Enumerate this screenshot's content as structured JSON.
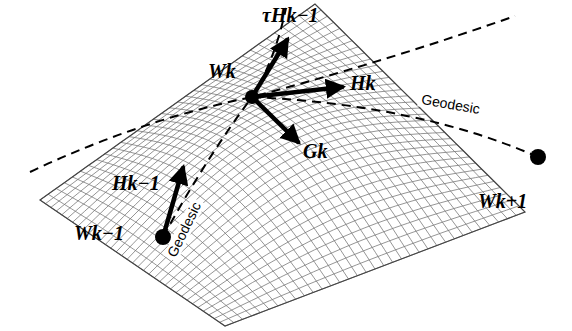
{
  "diagram": {
    "labels": [
      "τHk−1",
      "Wk",
      "Hk",
      "Geodesic",
      "Gk",
      "Hk−1",
      "Geodesic",
      "Wk−1",
      "Wk+1"
    ]
  }
}
